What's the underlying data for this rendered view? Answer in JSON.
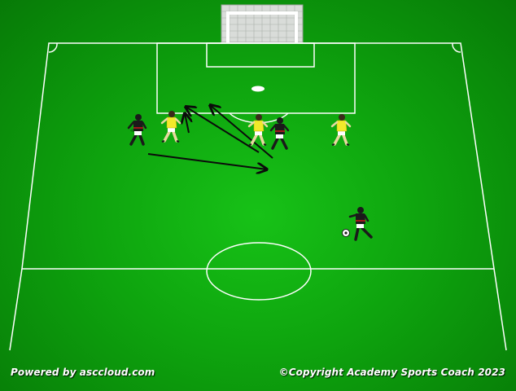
{
  "footer": {
    "powered_by": "Powered by asccloud.com",
    "copyright": "©Copyright Academy Sports Coach 2023"
  },
  "colors": {
    "pitch": "#10a810",
    "lines": "#ffffff",
    "team_yellow": "#f2ea2a",
    "team_black": "#1a1a1a",
    "arrow": "#0b0b0b"
  },
  "players": [
    {
      "team": "black",
      "role": "attacker"
    },
    {
      "team": "yellow",
      "role": "defender"
    },
    {
      "team": "yellow",
      "role": "defender"
    },
    {
      "team": "black",
      "role": "attacker"
    },
    {
      "team": "yellow",
      "role": "defender"
    },
    {
      "team": "black",
      "role": "attacker-with-ball"
    }
  ],
  "icons": [
    "goal-icon",
    "ball-icon",
    "player-icon",
    "run-arrow-icon"
  ]
}
